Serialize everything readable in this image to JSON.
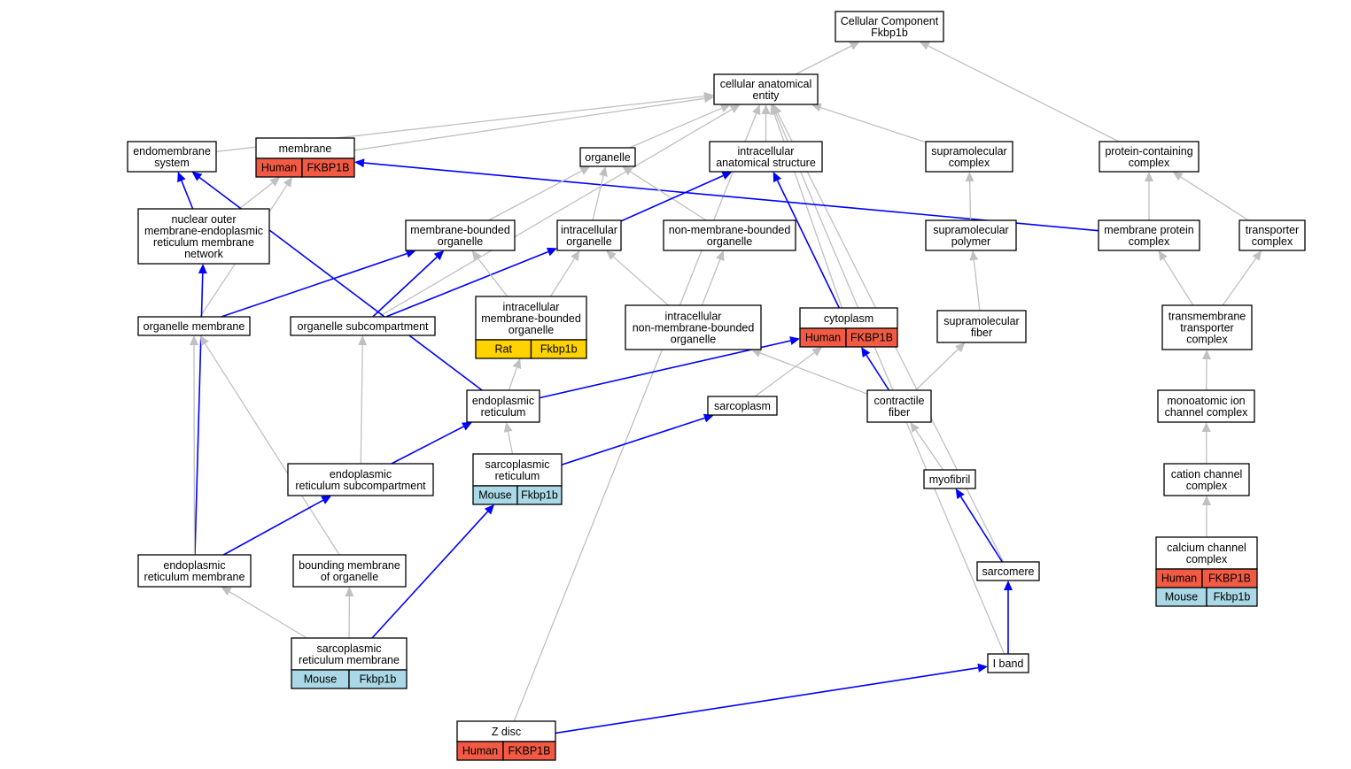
{
  "colors": {
    "human": "#f25a44",
    "rat": "#ffd200",
    "mouse": "#aad8e6",
    "is_a_edge": "#c0c0c0",
    "part_of_edge": "#0000ff"
  },
  "nodes": [
    {
      "id": "root",
      "lines": [
        "Cellular Component",
        "Fkbp1b"
      ]
    },
    {
      "id": "cae",
      "lines": [
        "cellular anatomical",
        "entity"
      ]
    },
    {
      "id": "endo",
      "lines": [
        "endomembrane",
        "system"
      ]
    },
    {
      "id": "memb",
      "lines": [
        "membrane"
      ],
      "annots": [
        {
          "org": "Human",
          "gene": "FKBP1B"
        }
      ]
    },
    {
      "id": "organelle",
      "lines": [
        "organelle"
      ]
    },
    {
      "id": "ias",
      "lines": [
        "intracellular",
        "anatomical structure"
      ]
    },
    {
      "id": "smc",
      "lines": [
        "supramolecular",
        "complex"
      ]
    },
    {
      "id": "pcc",
      "lines": [
        "protein-containing",
        "complex"
      ]
    },
    {
      "id": "nomer",
      "lines": [
        "nuclear outer",
        "membrane-endoplasmic",
        "reticulum membrane",
        "network"
      ]
    },
    {
      "id": "mbo",
      "lines": [
        "membrane-bounded",
        "organelle"
      ]
    },
    {
      "id": "io",
      "lines": [
        "intracellular",
        "organelle"
      ]
    },
    {
      "id": "nmbo",
      "lines": [
        "non-membrane-bounded",
        "organelle"
      ]
    },
    {
      "id": "smp",
      "lines": [
        "supramolecular",
        "polymer"
      ]
    },
    {
      "id": "mpc",
      "lines": [
        "membrane protein",
        "complex"
      ]
    },
    {
      "id": "tc",
      "lines": [
        "transporter",
        "complex"
      ]
    },
    {
      "id": "om",
      "lines": [
        "organelle membrane"
      ]
    },
    {
      "id": "osub",
      "lines": [
        "organelle subcompartment"
      ]
    },
    {
      "id": "imbo",
      "lines": [
        "intracellular",
        "membrane-bounded",
        "organelle"
      ],
      "annots": [
        {
          "org": "Rat",
          "gene": "Fkbp1b"
        }
      ]
    },
    {
      "id": "inmbo",
      "lines": [
        "intracellular",
        "non-membrane-bounded",
        "organelle"
      ]
    },
    {
      "id": "cyto",
      "lines": [
        "cytoplasm"
      ],
      "annots": [
        {
          "org": "Human",
          "gene": "FKBP1B"
        }
      ]
    },
    {
      "id": "smf",
      "lines": [
        "supramolecular",
        "fiber"
      ]
    },
    {
      "id": "tmtc",
      "lines": [
        "transmembrane",
        "transporter",
        "complex"
      ]
    },
    {
      "id": "er",
      "lines": [
        "endoplasmic",
        "reticulum"
      ]
    },
    {
      "id": "sarcoplasm",
      "lines": [
        "sarcoplasm"
      ]
    },
    {
      "id": "cf",
      "lines": [
        "contractile",
        "fiber"
      ]
    },
    {
      "id": "micc",
      "lines": [
        "monoatomic ion",
        "channel complex"
      ]
    },
    {
      "id": "ersub",
      "lines": [
        "endoplasmic",
        "reticulum subcompartment"
      ]
    },
    {
      "id": "sr",
      "lines": [
        "sarcoplasmic",
        "reticulum"
      ],
      "annots": [
        {
          "org": "Mouse",
          "gene": "Fkbp1b"
        }
      ]
    },
    {
      "id": "myofibril",
      "lines": [
        "myofibril"
      ]
    },
    {
      "id": "ccc",
      "lines": [
        "cation channel",
        "complex"
      ]
    },
    {
      "id": "erm",
      "lines": [
        "endoplasmic",
        "reticulum membrane"
      ]
    },
    {
      "id": "bmo",
      "lines": [
        "bounding membrane",
        "of organelle"
      ]
    },
    {
      "id": "sarcomere",
      "lines": [
        "sarcomere"
      ]
    },
    {
      "id": "cachc",
      "lines": [
        "calcium channel",
        "complex"
      ],
      "annots": [
        {
          "org": "Human",
          "gene": "FKBP1B"
        },
        {
          "org": "Mouse",
          "gene": "Fkbp1b"
        }
      ]
    },
    {
      "id": "srm",
      "lines": [
        "sarcoplasmic",
        "reticulum membrane"
      ],
      "annots": [
        {
          "org": "Mouse",
          "gene": "Fkbp1b"
        }
      ]
    },
    {
      "id": "iband",
      "lines": [
        "I band"
      ]
    },
    {
      "id": "zdisc",
      "lines": [
        "Z disc"
      ],
      "annots": [
        {
          "org": "Human",
          "gene": "FKBP1B"
        }
      ]
    }
  ],
  "edges": [
    {
      "from": "cae",
      "to": "root",
      "type": "is_a"
    },
    {
      "from": "pcc",
      "to": "root",
      "type": "is_a"
    },
    {
      "from": "endo",
      "to": "cae",
      "type": "is_a"
    },
    {
      "from": "memb",
      "to": "cae",
      "type": "is_a"
    },
    {
      "from": "organelle",
      "to": "cae",
      "type": "is_a"
    },
    {
      "from": "ias",
      "to": "cae",
      "type": "is_a"
    },
    {
      "from": "smc",
      "to": "cae",
      "type": "is_a"
    },
    {
      "from": "osub",
      "to": "cae",
      "type": "is_a"
    },
    {
      "from": "cyto",
      "to": "cae",
      "type": "is_a"
    },
    {
      "from": "sarcomere",
      "to": "cae",
      "type": "is_a"
    },
    {
      "from": "iband",
      "to": "cae",
      "type": "is_a"
    },
    {
      "from": "zdisc",
      "to": "cae",
      "type": "is_a"
    },
    {
      "from": "nomer",
      "to": "endo",
      "type": "part_of"
    },
    {
      "from": "nomer",
      "to": "memb",
      "type": "is_a"
    },
    {
      "from": "om",
      "to": "memb",
      "type": "is_a"
    },
    {
      "from": "mpc",
      "to": "memb",
      "type": "part_of"
    },
    {
      "from": "er",
      "to": "endo",
      "type": "part_of"
    },
    {
      "from": "erm",
      "to": "nomer",
      "type": "part_of"
    },
    {
      "from": "mbo",
      "to": "organelle",
      "type": "is_a"
    },
    {
      "from": "io",
      "to": "organelle",
      "type": "is_a"
    },
    {
      "from": "nmbo",
      "to": "organelle",
      "type": "is_a"
    },
    {
      "from": "io",
      "to": "ias",
      "type": "part_of"
    },
    {
      "from": "cyto",
      "to": "ias",
      "type": "part_of"
    },
    {
      "from": "smp",
      "to": "smc",
      "type": "is_a"
    },
    {
      "from": "mpc",
      "to": "pcc",
      "type": "is_a"
    },
    {
      "from": "tc",
      "to": "pcc",
      "type": "is_a"
    },
    {
      "from": "om",
      "to": "mbo",
      "type": "part_of"
    },
    {
      "from": "osub",
      "to": "mbo",
      "type": "part_of"
    },
    {
      "from": "osub",
      "to": "io",
      "type": "part_of"
    },
    {
      "from": "imbo",
      "to": "mbo",
      "type": "is_a"
    },
    {
      "from": "imbo",
      "to": "io",
      "type": "is_a"
    },
    {
      "from": "inmbo",
      "to": "io",
      "type": "is_a"
    },
    {
      "from": "inmbo",
      "to": "nmbo",
      "type": "is_a"
    },
    {
      "from": "smf",
      "to": "smp",
      "type": "is_a"
    },
    {
      "from": "tmtc",
      "to": "mpc",
      "type": "is_a"
    },
    {
      "from": "tmtc",
      "to": "tc",
      "type": "is_a"
    },
    {
      "from": "erm",
      "to": "om",
      "type": "is_a"
    },
    {
      "from": "bmo",
      "to": "om",
      "type": "is_a"
    },
    {
      "from": "ersub",
      "to": "osub",
      "type": "is_a"
    },
    {
      "from": "er",
      "to": "imbo",
      "type": "is_a"
    },
    {
      "from": "er",
      "to": "cyto",
      "type": "part_of"
    },
    {
      "from": "sarcoplasm",
      "to": "cyto",
      "type": "is_a"
    },
    {
      "from": "cf",
      "to": "cyto",
      "type": "part_of"
    },
    {
      "from": "cf",
      "to": "inmbo",
      "type": "is_a"
    },
    {
      "from": "cf",
      "to": "smf",
      "type": "is_a"
    },
    {
      "from": "micc",
      "to": "tmtc",
      "type": "is_a"
    },
    {
      "from": "ersub",
      "to": "er",
      "type": "part_of"
    },
    {
      "from": "sr",
      "to": "er",
      "type": "is_a"
    },
    {
      "from": "sr",
      "to": "sarcoplasm",
      "type": "part_of"
    },
    {
      "from": "myofibril",
      "to": "cf",
      "type": "is_a"
    },
    {
      "from": "ccc",
      "to": "micc",
      "type": "is_a"
    },
    {
      "from": "erm",
      "to": "ersub",
      "type": "part_of"
    },
    {
      "from": "sarcomere",
      "to": "myofibril",
      "type": "part_of"
    },
    {
      "from": "cachc",
      "to": "ccc",
      "type": "is_a"
    },
    {
      "from": "srm",
      "to": "erm",
      "type": "is_a"
    },
    {
      "from": "srm",
      "to": "bmo",
      "type": "is_a"
    },
    {
      "from": "srm",
      "to": "sr",
      "type": "part_of"
    },
    {
      "from": "iband",
      "to": "sarcomere",
      "type": "part_of"
    },
    {
      "from": "zdisc",
      "to": "iband",
      "type": "part_of"
    }
  ]
}
